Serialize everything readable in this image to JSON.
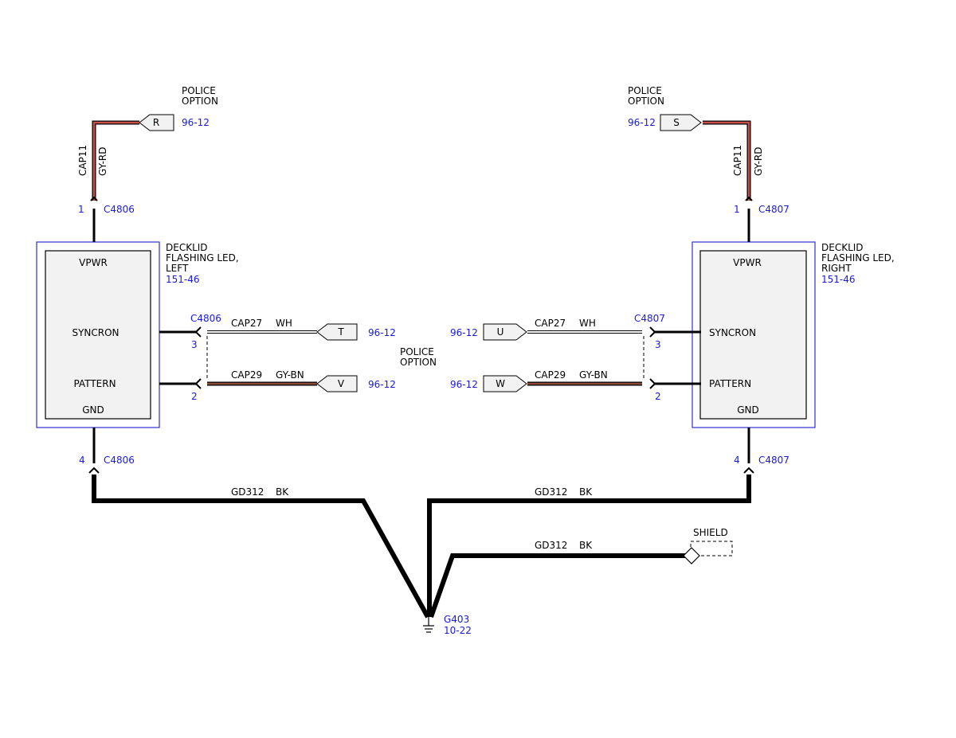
{
  "colors": {
    "wire_black": "#000000",
    "ref_blue": "#1a1adf",
    "gy_rd_red": "#c8504a",
    "gy_bn_brown": "#8a4a3a",
    "box_fill": "#f2f2f2",
    "outline_blue": "#3030d0"
  },
  "left_module": {
    "title_lines": [
      "DECKLID",
      "FLASHING LED,",
      "LEFT"
    ],
    "ref": "151-46",
    "pins": {
      "vpwr": "VPWR",
      "syncron": "SYNCRON",
      "pattern": "PATTERN",
      "gnd": "GND"
    }
  },
  "right_module": {
    "title_lines": [
      "DECKLID",
      "FLASHING LED,",
      "RIGHT"
    ],
    "ref": "151-46",
    "pins": {
      "vpwr": "VPWR",
      "syncron": "SYNCRON",
      "pattern": "PATTERN",
      "gnd": "GND"
    }
  },
  "left_power": {
    "option_lines": [
      "POLICE",
      "OPTION"
    ],
    "tag": "R",
    "ref": "96-12",
    "circuit": "CAP11",
    "color": "GY-RD",
    "pin": "1",
    "connector": "C4806"
  },
  "right_power": {
    "option_lines": [
      "POLICE",
      "OPTION"
    ],
    "tag": "S",
    "ref": "96-12",
    "circuit": "CAP11",
    "color": "GY-RD",
    "pin": "1",
    "connector": "C4807"
  },
  "left_sync": {
    "connector": "C4806",
    "pin": "3",
    "circuit": "CAP27",
    "color": "WH",
    "tag": "T",
    "ref": "96-12"
  },
  "left_pattern": {
    "pin": "2",
    "circuit": "CAP29",
    "color": "GY-BN",
    "tag": "V",
    "ref": "96-12"
  },
  "right_sync": {
    "connector": "C4807",
    "pin": "3",
    "circuit": "CAP27",
    "color": "WH",
    "tag": "U",
    "ref": "96-12"
  },
  "right_pattern": {
    "pin": "2",
    "circuit": "CAP29",
    "color": "GY-BN",
    "tag": "W",
    "ref": "96-12"
  },
  "center_option_lines": [
    "POLICE",
    "OPTION"
  ],
  "left_ground": {
    "pin": "4",
    "connector": "C4806",
    "circuit": "GD312",
    "color": "BK"
  },
  "right_ground": {
    "pin": "4",
    "connector": "C4807",
    "circuit": "GD312",
    "color": "BK"
  },
  "shield_ground": {
    "circuit": "GD312",
    "color": "BK",
    "label": "SHIELD"
  },
  "ground_point": {
    "id": "G403",
    "ref": "10-22"
  }
}
